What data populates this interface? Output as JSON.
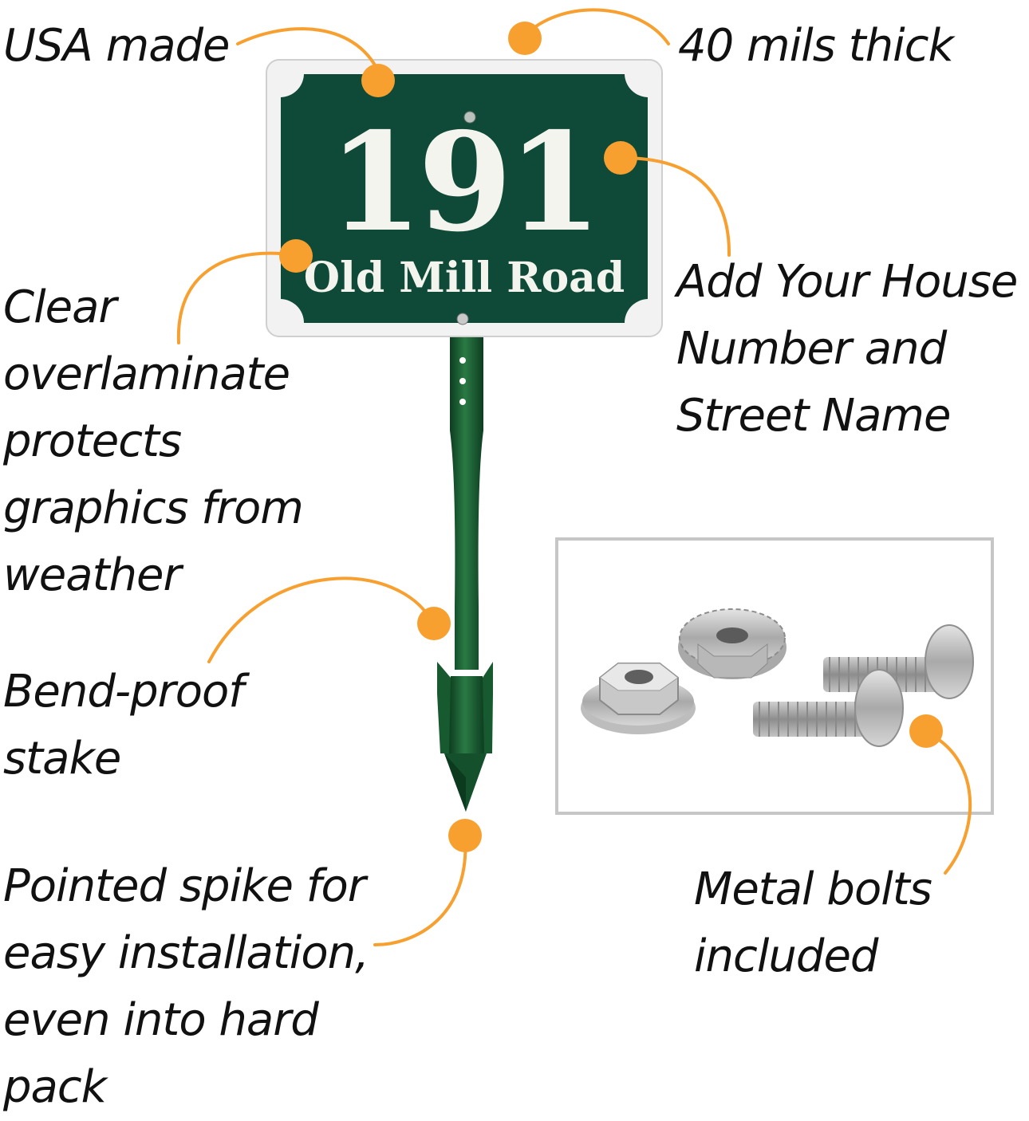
{
  "callouts": {
    "usa_made": "USA made",
    "thickness": "40 mils thick",
    "customize": "Add Your House\nNumber and\nStreet Name",
    "overlaminate": "Clear\noverlaminate\nprotects\ngraphics from\nweather",
    "stake": "Bend-proof\nstake",
    "spike": "Pointed spike for\neasy installation,\neven into hard\npack",
    "bolts": "Metal bolts\nincluded"
  },
  "sign": {
    "number": "191",
    "street": "Old Mill Road"
  },
  "colors": {
    "accent": "#F7A030",
    "sign_green": "#0F4A38",
    "stake_green": "#1B5E33",
    "frame": "#EDEDED"
  },
  "icons": {
    "hardware": [
      "flange-nut-icon",
      "serrated-flange-nut-icon",
      "bolt-icon",
      "bolt-icon"
    ]
  }
}
